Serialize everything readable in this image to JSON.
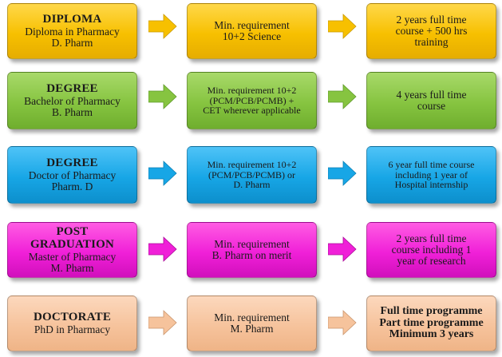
{
  "rows": [
    {
      "color": "#f7c000",
      "arrow_color": "#f7c000",
      "program": {
        "title": "DIPLOMA",
        "lines": [
          "Diploma in Pharmacy",
          "D. Pharm"
        ]
      },
      "requirement": {
        "lines": [
          "Min. requirement",
          "10+2 Science"
        ]
      },
      "duration": {
        "lines": [
          "2 years full time",
          "course + 500 hrs",
          "training"
        ]
      }
    },
    {
      "color": "#86c440",
      "arrow_color": "#86c440",
      "program": {
        "title": "DEGREE",
        "lines": [
          "Bachelor of Pharmacy",
          "B. Pharm"
        ]
      },
      "requirement": {
        "lines": [
          "Min. requirement 10+2",
          "(PCM/PCB/PCMB) +",
          "CET wherever applicable"
        ]
      },
      "duration": {
        "lines": [
          "4 years full time",
          "course"
        ]
      }
    },
    {
      "color": "#17a6e6",
      "arrow_color": "#17a6e6",
      "program": {
        "title": "DEGREE",
        "lines": [
          "Doctor of Pharmacy",
          "Pharm. D"
        ]
      },
      "requirement": {
        "lines": [
          "Min. requirement 10+2",
          "(PCM/PCB/PCMB) or",
          "D. Pharm"
        ]
      },
      "duration": {
        "lines": [
          "6 year full time course",
          "including 1 year of",
          "Hospital internship"
        ]
      }
    },
    {
      "color": "#f020d8",
      "arrow_color": "#f020d8",
      "program": {
        "title": "POST",
        "title2": "GRADUATION",
        "lines": [
          "Master of Pharmacy",
          "M. Pharm"
        ]
      },
      "requirement": {
        "lines": [
          "Min. requirement",
          "B. Pharm on merit"
        ]
      },
      "duration": {
        "lines": [
          "2 years full time",
          "course including 1",
          "year of research"
        ]
      }
    },
    {
      "color": "#f6c39c",
      "arrow_color": "#f6c39c",
      "program": {
        "title": "DOCTORATE",
        "lines": [
          "PhD in Pharmacy"
        ]
      },
      "requirement": {
        "lines": [
          "Min. requirement",
          "M. Pharm"
        ]
      },
      "duration": {
        "lines": [
          "Full time programme",
          "Part time programme",
          "Minimum 3 years"
        ]
      }
    }
  ]
}
